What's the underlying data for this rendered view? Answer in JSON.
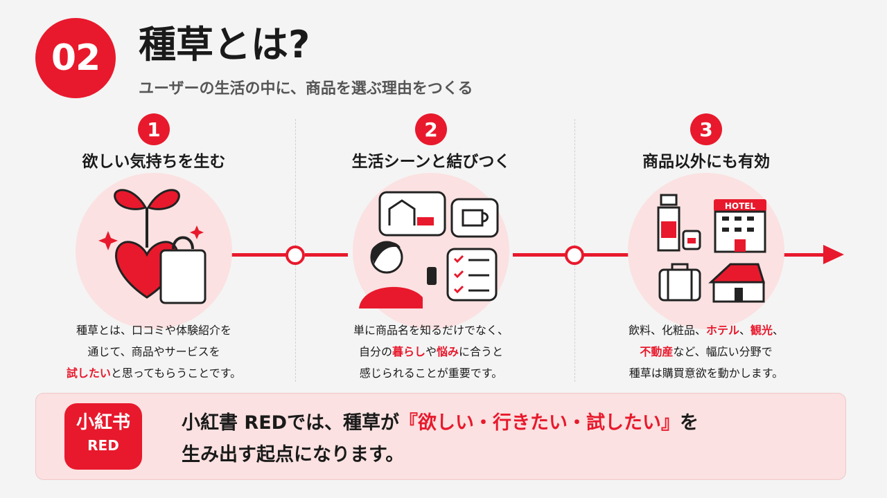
{
  "header": {
    "number": "02",
    "title": "種草とは?",
    "subtitle": "ユーザーの生活の中に、商品を選ぶ理由をつくる"
  },
  "steps": [
    {
      "num": "1",
      "heading": "欲しい気持ちを生む",
      "desc_lines": [
        [
          {
            "t": "種草とは、口コミや体験紹介を",
            "hl": false
          }
        ],
        [
          {
            "t": "通じて、商品やサービスを",
            "hl": false
          }
        ],
        [
          {
            "t": "試したい",
            "hl": true
          },
          {
            "t": "と思ってもらうことです。",
            "hl": false
          }
        ]
      ]
    },
    {
      "num": "2",
      "heading": "生活シーンと結びつく",
      "desc_lines": [
        [
          {
            "t": "単に商品名を知るだけでなく、",
            "hl": false
          }
        ],
        [
          {
            "t": "自分の",
            "hl": false
          },
          {
            "t": "暮らし",
            "hl": true
          },
          {
            "t": "や",
            "hl": false
          },
          {
            "t": "悩み",
            "hl": true
          },
          {
            "t": "に合うと",
            "hl": false
          }
        ],
        [
          {
            "t": "感じられることが重要です。",
            "hl": false
          }
        ]
      ]
    },
    {
      "num": "3",
      "heading": "商品以外にも有効",
      "hotel_sign": "HOTEL",
      "desc_lines": [
        [
          {
            "t": "飲料、化粧品、",
            "hl": false
          },
          {
            "t": "ホテル",
            "hl": true
          },
          {
            "t": "、",
            "hl": false
          },
          {
            "t": "観光",
            "hl": true
          },
          {
            "t": "、",
            "hl": false
          }
        ],
        [
          {
            "t": "不動産",
            "hl": true
          },
          {
            "t": "など、幅広い分野で",
            "hl": false
          }
        ],
        [
          {
            "t": "種草は購買意欲を動かします。",
            "hl": false
          }
        ]
      ]
    }
  ],
  "footer": {
    "logo_top": "小紅书",
    "logo_bottom": "RED",
    "line1": [
      {
        "t": "小紅書 REDでは、種草が",
        "hl": false
      },
      {
        "t": "『欲しい・行きたい・試したい』",
        "hl": true
      },
      {
        "t": "を",
        "hl": false
      }
    ],
    "line2": [
      {
        "t": "生み出す起点になります。",
        "hl": false
      }
    ]
  },
  "colors": {
    "accent": "#e8192c",
    "circle_bg": "#fbe1e1",
    "page_bg": "#f4f4f4"
  },
  "icons": [
    "sprout-heart-icon",
    "shopping-bag-icon",
    "sparkle-icon",
    "house-icon",
    "coffee-cup-icon",
    "checklist-icon",
    "woman-with-phone-icon",
    "bottle-icon",
    "jar-icon",
    "hotel-icon",
    "suitcase-icon",
    "house-icon"
  ]
}
